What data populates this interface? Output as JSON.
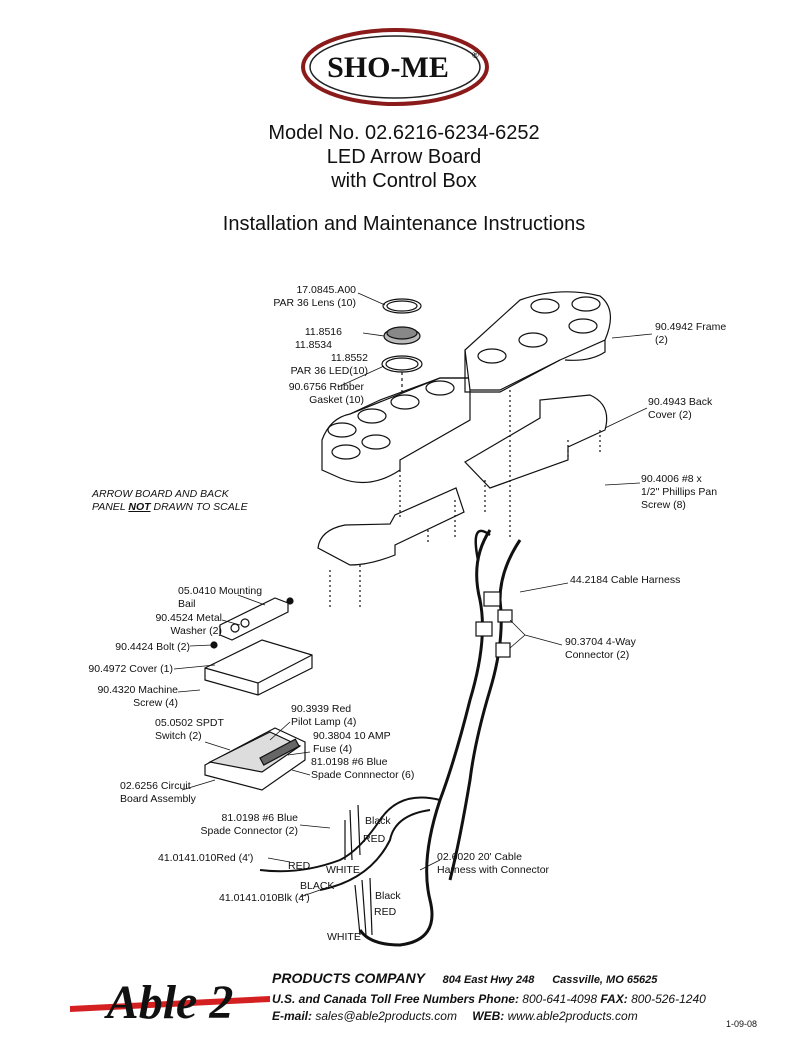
{
  "header": {
    "brand": "SHO-ME",
    "brand_mark": "®",
    "model": "Model No. 02.6216-6234-6252",
    "product_line1": "LED Arrow Board",
    "product_line2": "with Control Box",
    "doc_title": "Installation and Maintenance Instructions"
  },
  "note": {
    "line1": "ARROW BOARD AND BACK",
    "line2_pre": "PANEL ",
    "line2_em": "NOT",
    "line2_post": " DRAWN TO SCALE"
  },
  "labels": {
    "lens": [
      "17.0845.A00",
      "PAR 36 Lens (10)"
    ],
    "led": [
      "11.8516",
      "11.8534",
      "11.8552",
      "PAR 36 LED(10)"
    ],
    "gasket": [
      "90.6756 Rubber",
      "Gasket (10)"
    ],
    "frame": [
      "90.4942 Frame",
      "(2)"
    ],
    "back_cover": [
      "90.4943 Back",
      "Cover (2)"
    ],
    "screw": [
      "90.4006 #8 x",
      "1/2\" Phillips Pan",
      "Screw (8)"
    ],
    "cable_harness": "44.2184 Cable Harness",
    "connector": [
      "90.3704  4-Way",
      "Connector (2)"
    ],
    "bail": [
      "05.0410 Mounting",
      "Bail"
    ],
    "washer": [
      "90.4524 Metal",
      "Washer (2)"
    ],
    "bolt": "90.4424 Bolt (2)",
    "cover": "90.4972 Cover (1)",
    "machine_screw": [
      "90.4320 Machine",
      "Screw (4)"
    ],
    "pilot_lamp": [
      "90.3939 Red",
      "Pilot Lamp (4)"
    ],
    "switch": [
      "05.0502 SPDT",
      "Switch (2)"
    ],
    "fuse": [
      "90.3804 10 AMP",
      "Fuse (4)"
    ],
    "spade6": [
      "81.0198 #6 Blue",
      "Spade Connnector (6)"
    ],
    "circuit_board": [
      "02.6256 Circuit",
      "Board Assembly"
    ],
    "spade2": [
      "81.0198 #6 Blue",
      "Spade Connector (2)"
    ],
    "red_wire": "41.0141.010Red (4')",
    "blk_wire": "41.0141.010Blk (4')",
    "harness20": [
      "02.6020 20' Cable",
      "Harness with Connector"
    ],
    "wire_colors": {
      "black1": "Black",
      "red1": "RED",
      "white1": "WHITE",
      "red2": "RED",
      "black2": "BLACK",
      "black3": "Black",
      "red3": "RED",
      "white3": "WHITE"
    }
  },
  "footer": {
    "logo": "Able 2",
    "company": "PRODUCTS COMPANY",
    "address": "804 East Hwy 248",
    "city": "Cassville, MO 65625",
    "tollfree_label": "U.S. and Canada Toll Free Numbers",
    "phone_label": "Phone:",
    "phone": "800-641-4098",
    "fax_label": "FAX:",
    "fax": "800-526-1240",
    "email_label": "E-mail:",
    "email": "sales@able2products.com",
    "web_label": "WEB:",
    "web": "www.able2products.com",
    "date_code": "1-09-08"
  },
  "colors": {
    "logo_ring": "#8b1a1a",
    "footer_stripe": "#d42020"
  }
}
